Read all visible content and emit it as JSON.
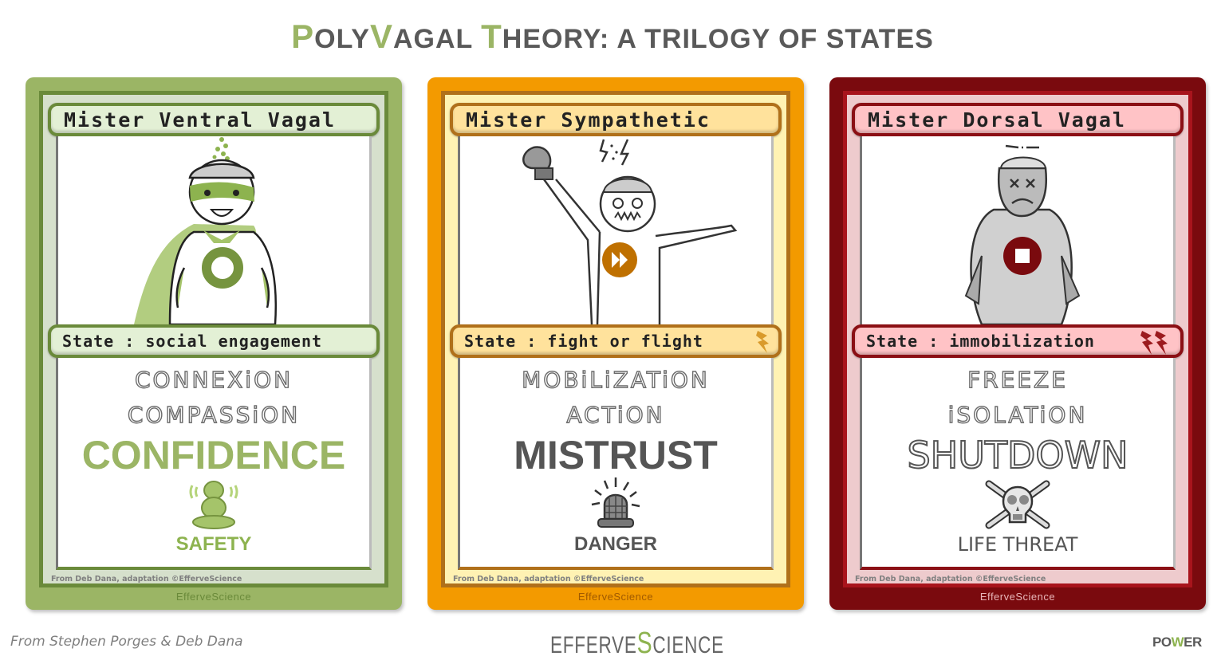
{
  "title": {
    "parts": [
      "P",
      "OLY",
      "V",
      "AGAL ",
      "T",
      "HEORY: A TRILOGY OF STATES"
    ],
    "full": "PolyVagal Theory: A Trilogy of States",
    "accent_color": "#9bb565",
    "text_color": "#595959"
  },
  "cards": [
    {
      "name": "Mister Ventral Vagal",
      "state": "State : social engagement",
      "words": [
        "CONNEXiON",
        "COMPASSiON"
      ],
      "big_word": "CONFIDENCE",
      "icon": "meditating-figure-icon",
      "tag": "SAFETY",
      "chest_symbol": "circle-ring-icon",
      "state_icon": null,
      "credit": "From Deb Dana, adaptation ©EfferveScience",
      "brand": "EfferveScience",
      "colors": {
        "frame": "#9bb565",
        "dark": "#6a8a3a",
        "panel": "#d6e0cc",
        "bar": "#e3f0d5",
        "accent": "#76943f",
        "big_word": "#9bb565"
      }
    },
    {
      "name": "Mister Sympathetic",
      "state": "State : fight or flight",
      "words": [
        "MOBiLiZATiON",
        "ACTiON"
      ],
      "big_word": "MISTRUST",
      "icon": "siren-alarm-icon",
      "tag": "DANGER",
      "chest_symbol": "fast-forward-icon",
      "state_icon": "lightning-bolt-icon",
      "credit": "From Deb Dana, adaptation ©EfferveScience",
      "brand": "EfferveScience",
      "colors": {
        "frame": "#f39a00",
        "dark": "#b0701a",
        "panel": "#fff2b3",
        "bar": "#ffe29c",
        "accent": "#bf7000",
        "big_word": "#555555"
      }
    },
    {
      "name": "Mister Dorsal Vagal",
      "state": "State : immobilization",
      "words": [
        "FREEZE",
        "iSOLATiON"
      ],
      "big_word": "SHUTDOWN",
      "icon": "skull-crossbones-icon",
      "tag": "LIFE THREAT",
      "chest_symbol": "stop-icon",
      "state_icon": "double-lightning-bolt-icon",
      "credit": "From Deb Dana, adaptation ©EfferveScience",
      "brand": "EfferveScience",
      "colors": {
        "frame": "#7a0a0e",
        "dark": "#a8141c",
        "panel": "#eecbcd",
        "bar": "#ffc3c6",
        "accent": "#7a0a0e",
        "big_word": "#555555"
      }
    }
  ],
  "footer": {
    "source": "From Stephen Porges & Deb Dana",
    "brand_pre": "EFFERVE",
    "brand_s": "S",
    "brand_post": "CIENCE",
    "power_pre": "PO",
    "power_w": "W",
    "power_post": "ER"
  }
}
